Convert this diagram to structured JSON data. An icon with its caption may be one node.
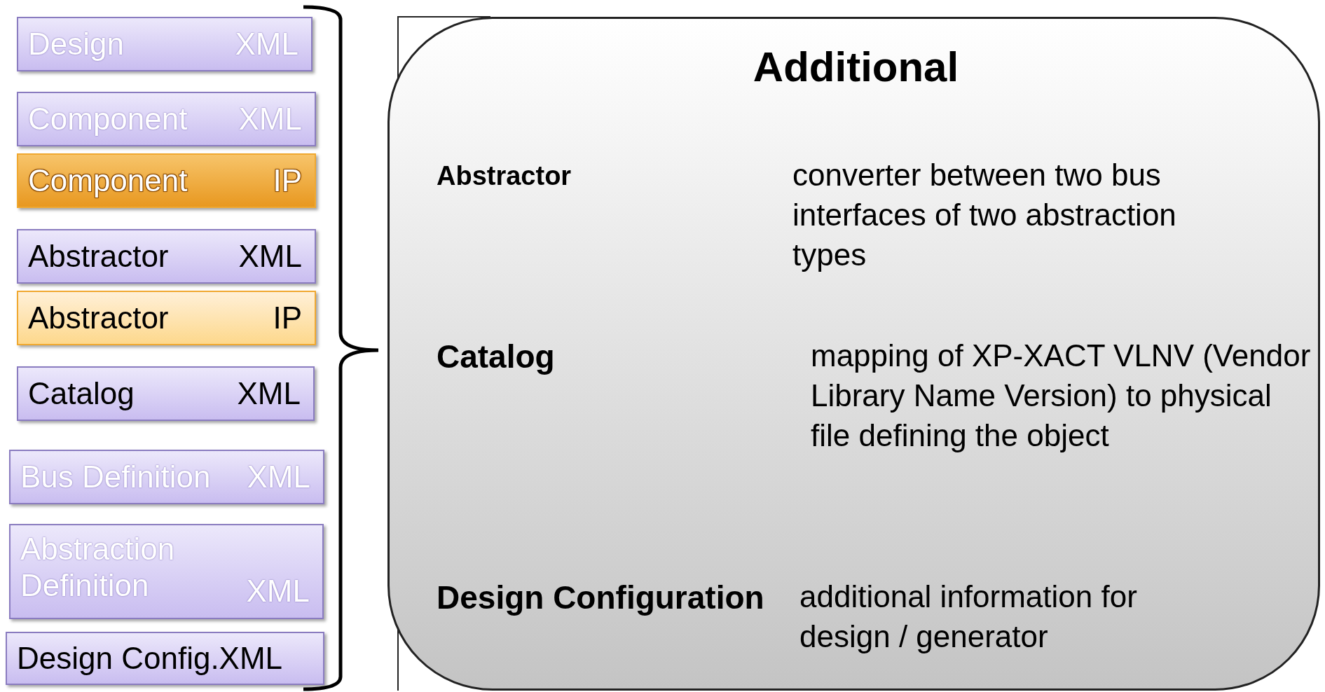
{
  "diagram": {
    "nodes": [
      {
        "text": [
          "Design",
          "XML"
        ]
      },
      {
        "text": [
          "Component",
          "XML"
        ]
      },
      {
        "text": [
          "Component",
          "IP"
        ]
      },
      {
        "text": [
          "Abstractor",
          "XML"
        ]
      },
      {
        "text": [
          "Abstractor",
          "IP"
        ]
      },
      {
        "text": [
          "Catalog",
          "XML"
        ]
      },
      {
        "text": [
          "Bus Definition",
          "XML"
        ]
      },
      {
        "text": [
          "Abstraction Definition",
          "XML"
        ]
      },
      {
        "text": [
          "Design Config.XML"
        ]
      },
      {
        "text": [
          "Additional",
          "Abstractor",
          "converter between two bus interfaces of two abstraction types",
          "Catalog",
          "mapping of XP-XACT VLNV (Vendor Library Name Version) to physical file defining the object",
          "Design Configuration",
          "additional information for design / generator"
        ]
      }
    ],
    "edges": []
  }
}
